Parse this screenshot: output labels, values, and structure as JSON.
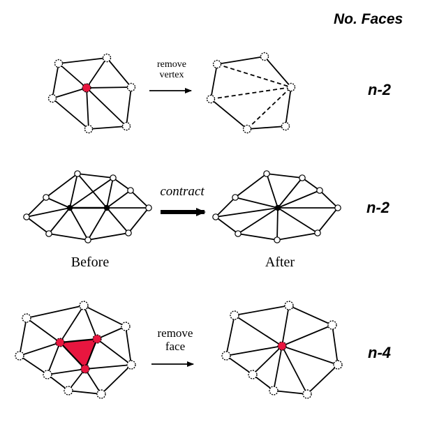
{
  "header": {
    "title": "No. Faces"
  },
  "rows": [
    {
      "op_line1": "remove",
      "op_line2": "vertex",
      "count": "n-2"
    },
    {
      "op": "contract",
      "count": "n-2",
      "before": "Before",
      "after": "After"
    },
    {
      "op_line1": "remove",
      "op_line2": "face",
      "count": "n-4"
    }
  ],
  "colors": {
    "highlight": "#e8163f",
    "edge": "#000000",
    "vertex_fill": "#ffffff"
  }
}
